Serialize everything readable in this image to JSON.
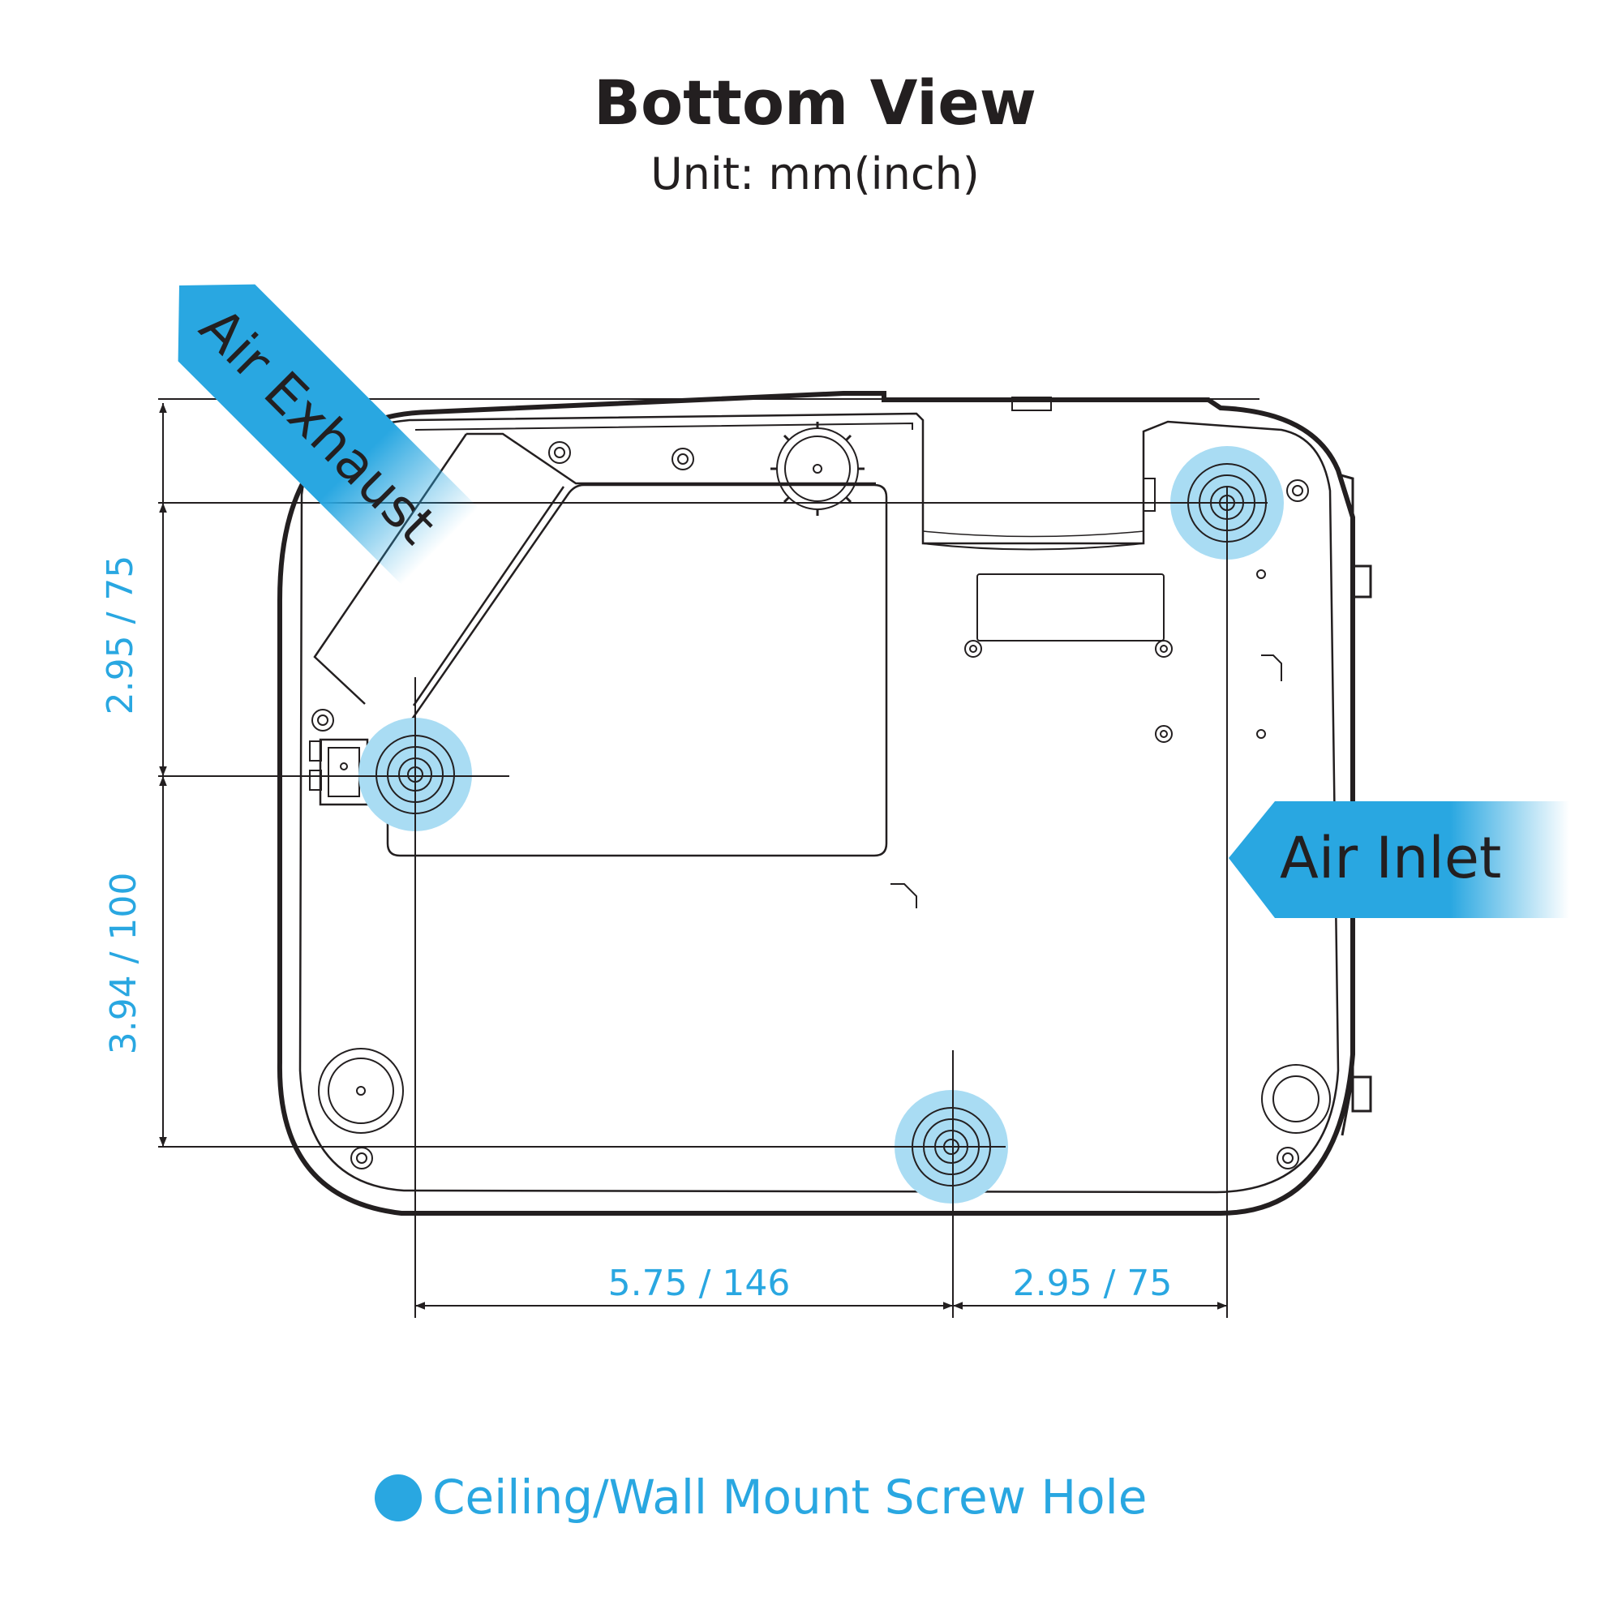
{
  "title": "Bottom View",
  "subtitle": "Unit: mm(inch)",
  "labels": {
    "air_exhaust": "Air Exhaust",
    "air_inlet": "Air Inlet"
  },
  "dimensions": {
    "left_upper": "2.95 / 75",
    "left_lower": "3.94 / 100",
    "bottom_left": "5.75 / 146",
    "bottom_right": "2.95 / 75"
  },
  "legend": {
    "label": "Ceiling/Wall Mount Screw Hole"
  },
  "colors": {
    "accent": "#29A7E1",
    "highlight": "#A9DCF3",
    "line": "#231F20",
    "dimension_text": "#29A7E1"
  }
}
